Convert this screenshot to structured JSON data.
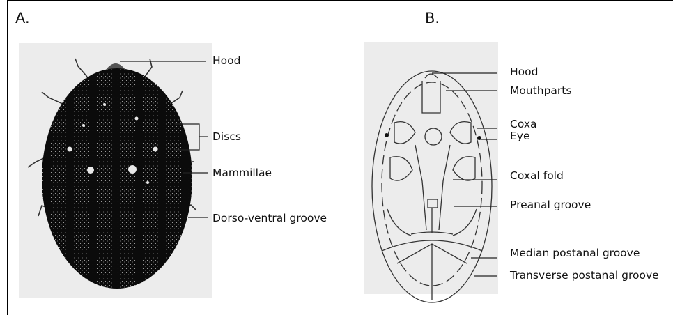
{
  "figure": {
    "panel_a": {
      "letter": "A.",
      "labels": {
        "hood": "Hood",
        "discs": "Discs",
        "mammillae": "Mammillae",
        "dorso_ventral_groove": "Dorso-ventral groove"
      }
    },
    "panel_b": {
      "letter": "B.",
      "labels": {
        "hood": "Hood",
        "mouthparts": "Mouthparts",
        "coxa": "Coxa",
        "eye": "Eye",
        "coxal_fold": "Coxal fold",
        "preanal_groove": "Preanal groove",
        "median_postanal_groove": "Median postanal groove",
        "transverse_postanal_groove": "Transverse postanal groove"
      }
    }
  }
}
